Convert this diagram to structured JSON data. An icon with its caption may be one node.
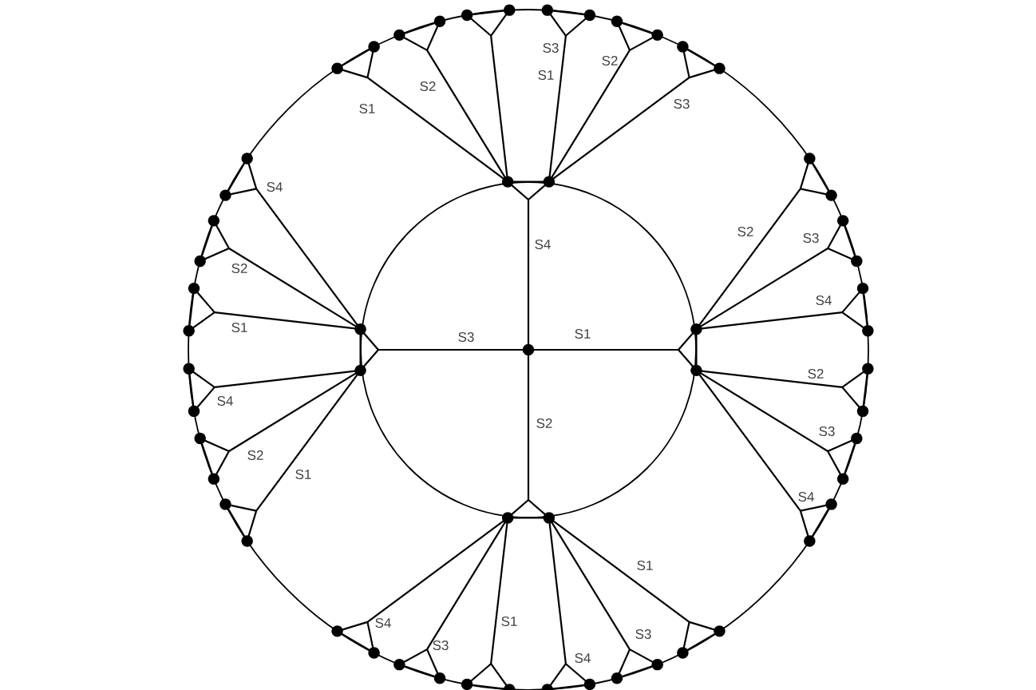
{
  "diagram": {
    "labels": [
      "S3",
      "S2",
      "S1",
      "S2",
      "S3",
      "S1",
      "S4",
      "S4",
      "S2",
      "S3",
      "S2",
      "S4",
      "S1",
      "S3",
      "S1",
      "S4",
      "S2",
      "S2",
      "S3",
      "S2",
      "S1",
      "S4",
      "S1",
      "S4",
      "S1",
      "S3",
      "S3",
      "S4"
    ]
  }
}
